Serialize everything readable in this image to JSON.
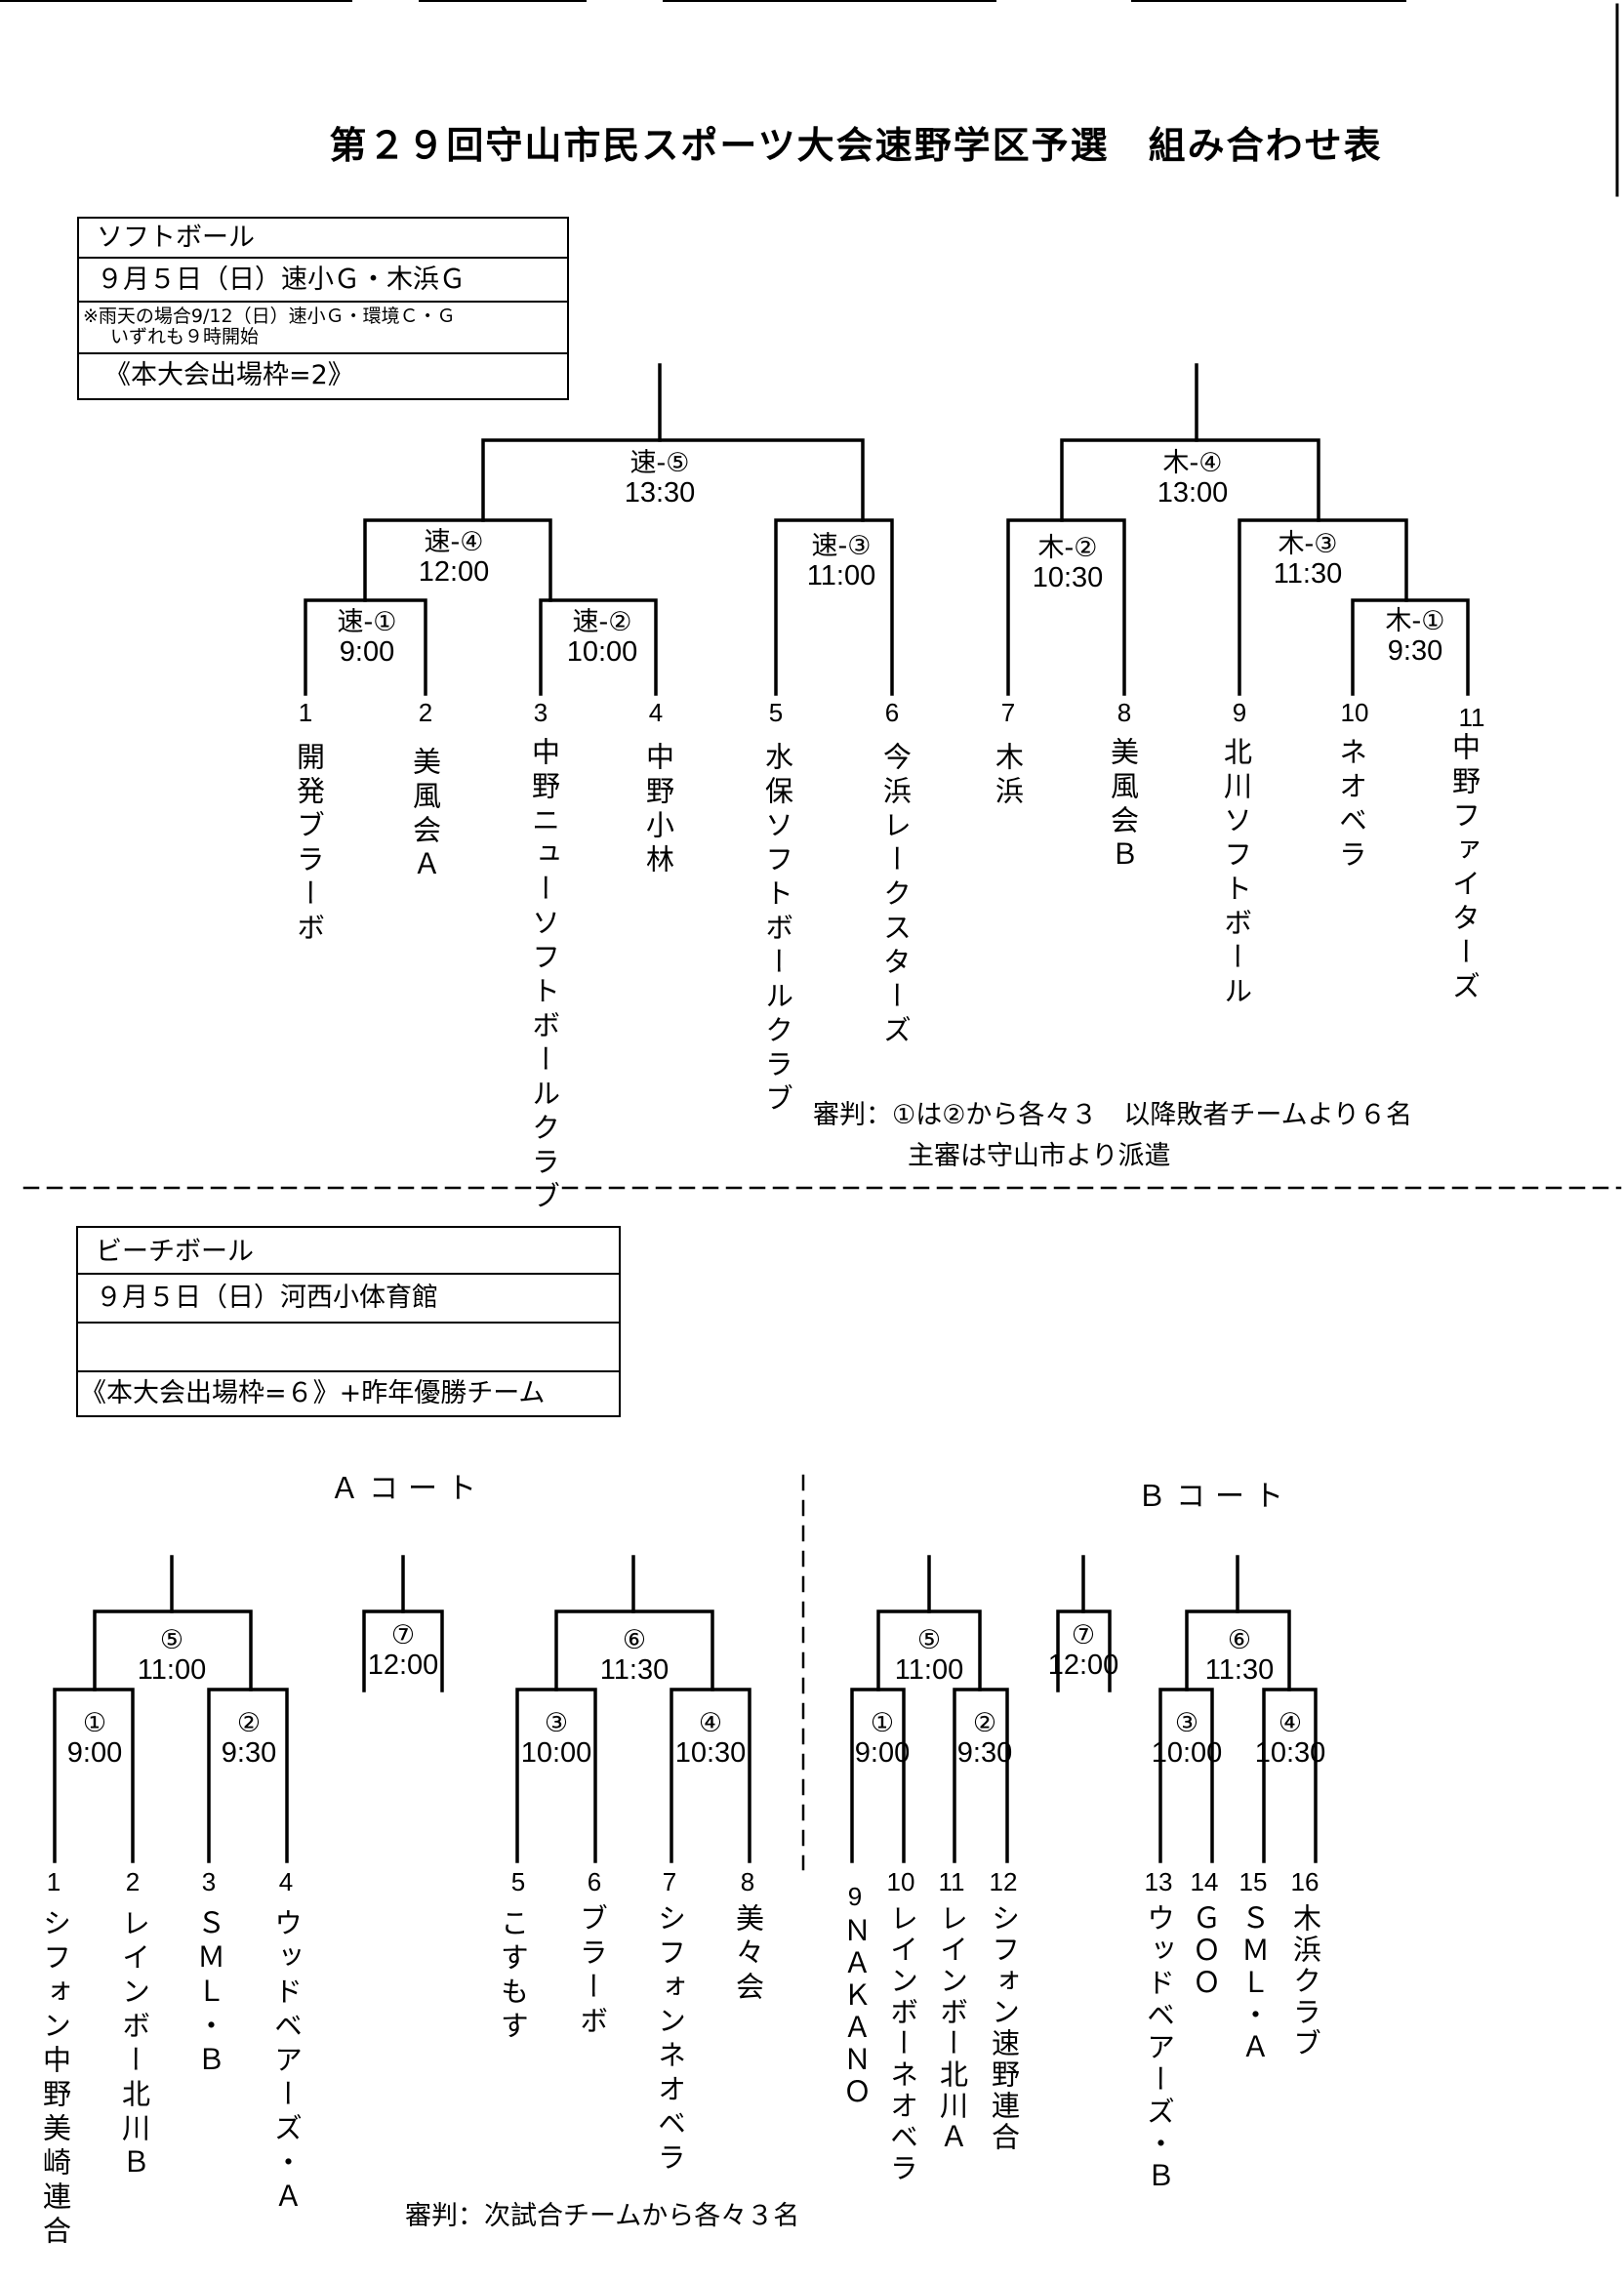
{
  "title": "第２９回守山市民スポーツ大会速野学区予選　組み合わせ表",
  "softball": {
    "info": {
      "sport": "ソフトボール",
      "date_venue": "９月５日（日）速小Ｇ・木浜Ｇ",
      "rain_note_1": "※雨天の場合9/12（日）速小Ｇ・環境Ｃ・Ｇ",
      "rain_note_2": "いずれも９時開始",
      "quota": "《本大会出場枠=2》"
    },
    "matches": [
      {
        "id": "速-①",
        "time": "9:00"
      },
      {
        "id": "速-②",
        "time": "10:00"
      },
      {
        "id": "速-③",
        "time": "11:00"
      },
      {
        "id": "速-④",
        "time": "12:00"
      },
      {
        "id": "速-⑤",
        "time": "13:30"
      },
      {
        "id": "木-①",
        "time": "9:30"
      },
      {
        "id": "木-②",
        "time": "10:30"
      },
      {
        "id": "木-③",
        "time": "11:30"
      },
      {
        "id": "木-④",
        "time": "13:00"
      }
    ],
    "teams": [
      {
        "seed": "1",
        "name": "開発ブラーボ"
      },
      {
        "seed": "2",
        "name": "美風会Ａ"
      },
      {
        "seed": "3",
        "name": "中野ニューソフトボールクラブ"
      },
      {
        "seed": "4",
        "name": "中野小林"
      },
      {
        "seed": "5",
        "name": "水保ソフトボールクラブ"
      },
      {
        "seed": "6",
        "name": "今浜レークスターズ"
      },
      {
        "seed": "7",
        "name": "木浜"
      },
      {
        "seed": "8",
        "name": "美風会Ｂ"
      },
      {
        "seed": "9",
        "name": "北川ソフトボール"
      },
      {
        "seed": "10",
        "name": "ネオベラ"
      },
      {
        "seed": "11",
        "name": "中野ファイターズ"
      }
    ],
    "referee_note_1": "審判：①は②から各々３　以降敗者チームより６名",
    "referee_note_2": "主審は守山市より派遣"
  },
  "beachball": {
    "info": {
      "sport": "ビーチボール",
      "date_venue": "９月５日（日）河西小体育館",
      "blank": "",
      "quota": "《本大会出場枠=６》+昨年優勝チーム"
    },
    "courts": [
      {
        "label": "Ａコート",
        "matches": [
          {
            "id": "①",
            "time": "9:00"
          },
          {
            "id": "②",
            "time": "9:30"
          },
          {
            "id": "③",
            "time": "10:00"
          },
          {
            "id": "④",
            "time": "10:30"
          },
          {
            "id": "⑤",
            "time": "11:00"
          },
          {
            "id": "⑥",
            "time": "11:30"
          },
          {
            "id": "⑦",
            "time": "12:00"
          }
        ],
        "teams": [
          {
            "seed": "1",
            "name": "シフォン中野美崎連合"
          },
          {
            "seed": "2",
            "name": "レインボー北川Ｂ"
          },
          {
            "seed": "3",
            "name": "ＳＭＬ・Ｂ"
          },
          {
            "seed": "4",
            "name": "ウッドベアーズ・Ａ"
          },
          {
            "seed": "5",
            "name": "こすもす"
          },
          {
            "seed": "6",
            "name": "ブラーボ"
          },
          {
            "seed": "7",
            "name": "シフォンネオベラ"
          },
          {
            "seed": "8",
            "name": "美々会"
          }
        ]
      },
      {
        "label": "Ｂコート",
        "matches": [
          {
            "id": "①",
            "time": "9:00"
          },
          {
            "id": "②",
            "time": "9:30"
          },
          {
            "id": "③",
            "time": "10:00"
          },
          {
            "id": "④",
            "time": "10:30"
          },
          {
            "id": "⑤",
            "time": "11:00"
          },
          {
            "id": "⑥",
            "time": "11:30"
          },
          {
            "id": "⑦",
            "time": "12:00"
          }
        ],
        "teams": [
          {
            "seed": "9",
            "name": "ＮＡＫＡＮＯ"
          },
          {
            "seed": "10",
            "name": "レインボーネオベラ"
          },
          {
            "seed": "11",
            "name": "レインボー北川Ａ"
          },
          {
            "seed": "12",
            "name": "シフォン速野連合"
          },
          {
            "seed": "13",
            "name": "ウッドベアーズ・Ｂ"
          },
          {
            "seed": "14",
            "name": "ＧＯＯ"
          },
          {
            "seed": "15",
            "name": "ＳＭＬ・Ａ"
          },
          {
            "seed": "16",
            "name": "木浜クラブ"
          }
        ]
      }
    ],
    "referee_note": "審判：次試合チームから各々３名"
  }
}
